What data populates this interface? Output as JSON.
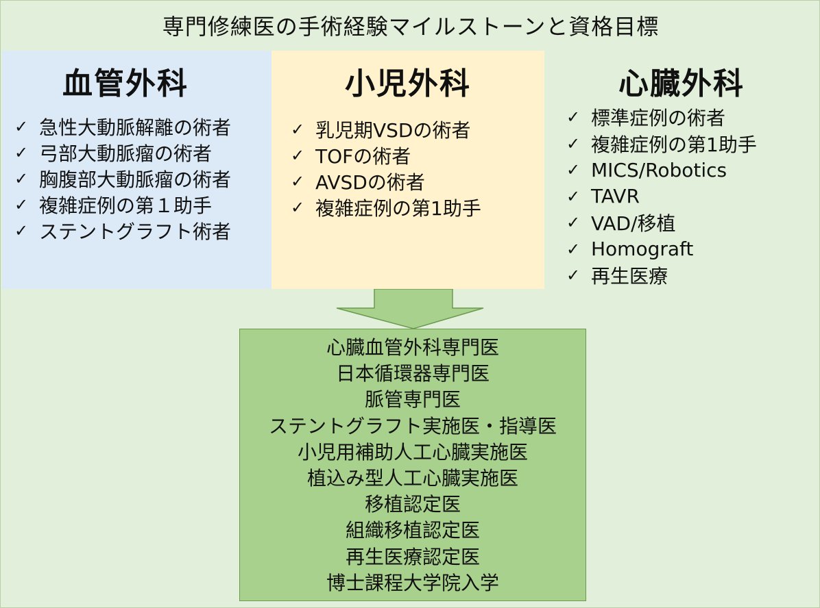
{
  "title": "専門修練医の手術経験マイルストーンと資格目標",
  "check_mark": "✓",
  "colors": {
    "canvas_bg": "#e2efda",
    "vascular_bg": "#dce9f6",
    "pediatric_bg": "#fff2cc",
    "goal_bg": "#a9d18e",
    "arrow_fill": "#a9d18e"
  },
  "columns": {
    "vascular": {
      "heading": "血管外科",
      "items": [
        "急性大動脈解離の術者",
        "弓部大動脈瘤の術者",
        "胸腹部大動脈瘤の術者",
        "複雑症例の第１助手",
        "ステントグラフト術者"
      ]
    },
    "pediatric": {
      "heading": "小児外科",
      "items": [
        "乳児期VSDの術者",
        "TOFの術者",
        "AVSDの術者",
        "複雑症例の第1助手"
      ]
    },
    "cardiac": {
      "heading": "心臓外科",
      "items": [
        "標準症例の術者",
        "複雑症例の第1助手",
        "MICS/Robotics",
        "TAVR",
        "VAD/移植",
        "Homograft",
        "再生医療"
      ]
    }
  },
  "goals": [
    "心臓血管外科専門医",
    "日本循環器専門医",
    "脈管専門医",
    "ステントグラフト実施医・指導医",
    "小児用補助人工心臓実施医",
    "植込み型人工心臓実施医",
    "移植認定医",
    "組織移植認定医",
    "再生医療認定医",
    "博士課程大学院入学"
  ]
}
